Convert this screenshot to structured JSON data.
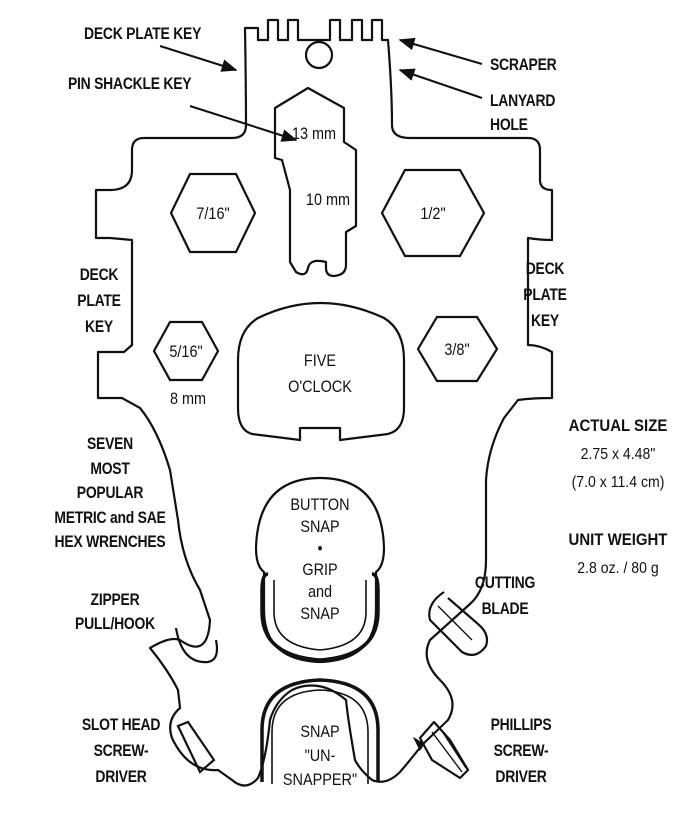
{
  "callouts": {
    "deck_plate_key_top": "DECK PLATE KEY",
    "pin_shackle_key": "PIN SHACKLE KEY",
    "scraper": "SCRAPER",
    "lanyard_hole": [
      "LANYARD",
      "HOLE"
    ],
    "deck_plate_key_left": [
      "DECK",
      "PLATE",
      "KEY"
    ],
    "deck_plate_key_right": [
      "DECK",
      "PLATE",
      "KEY"
    ],
    "hex_wrenches": [
      "SEVEN",
      "MOST",
      "POPULAR",
      "METRIC and SAE",
      "HEX WRENCHES"
    ],
    "zipper_pull": [
      "ZIPPER",
      "PULL/HOOK"
    ],
    "cutting_blade": [
      "CUTTING",
      "BLADE"
    ],
    "slot_head": [
      "SLOT HEAD",
      "SCREW-",
      "DRIVER"
    ],
    "phillips": [
      "PHILLIPS",
      "SCREW-",
      "DRIVER"
    ]
  },
  "tool": {
    "size_13mm": "13 mm",
    "size_10mm": "10 mm",
    "hex_7_16": "7/16\"",
    "hex_1_2": "1/2\"",
    "hex_5_16": "5/16\"",
    "hex_3_8": "3/8\"",
    "size_8mm": "8 mm",
    "five_oclock": [
      "FIVE",
      "O'CLOCK"
    ],
    "button_snap": [
      "BUTTON",
      "SNAP",
      "•",
      "GRIP",
      "and",
      "SNAP"
    ],
    "snap_unsnapper": [
      "SNAP",
      "\"UN-",
      "SNAPPER\""
    ]
  },
  "specs": {
    "actual_size_label": "ACTUAL SIZE",
    "actual_size_in": "2.75 x 4.48\"",
    "actual_size_cm": "(7.0 x 11.4 cm)",
    "unit_weight_label": "UNIT WEIGHT",
    "unit_weight_value": "2.8 oz. / 80 g"
  }
}
